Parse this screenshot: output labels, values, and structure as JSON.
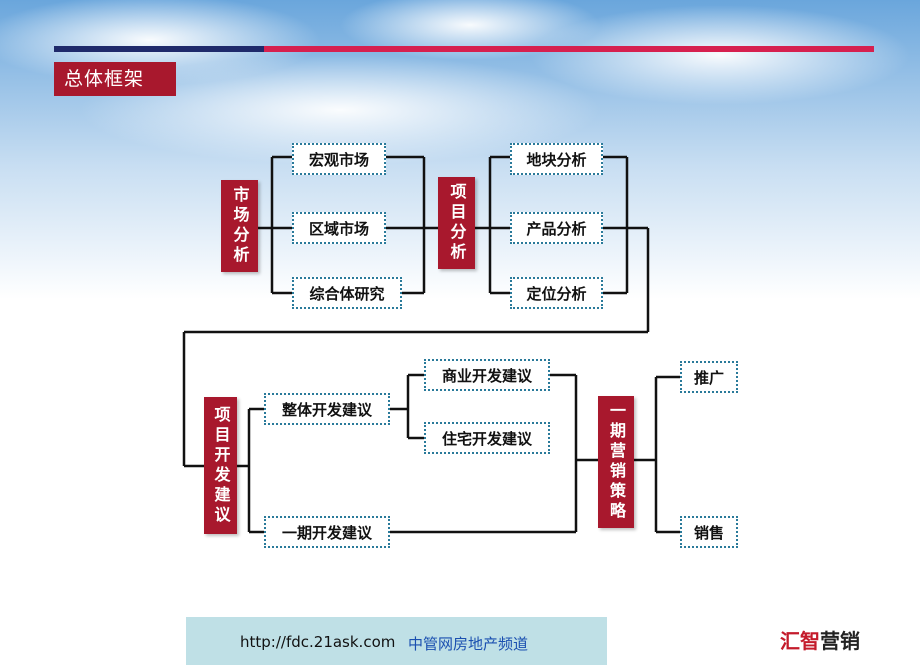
{
  "header": {
    "title": "总体框架"
  },
  "groups": {
    "market_analysis": "市场分析",
    "project_analysis": "项目分析",
    "dev_advice": "项目开发建议",
    "phase1_marketing": "一期营销策略"
  },
  "nodes": {
    "macro_market": "宏观市场",
    "regional_market": "区域市场",
    "complex_study": "综合体研究",
    "plot_analysis": "地块分析",
    "product_analysis": "产品分析",
    "positioning_analysis": "定位分析",
    "overall_dev": "整体开发建议",
    "commercial_dev": "商业开发建议",
    "residential_dev": "住宅开发建议",
    "phase1_dev": "一期开发建议",
    "promotion": "推广",
    "sales": "销售"
  },
  "footer": {
    "url": "http://fdc.21ask.com",
    "site_name": "中管网房地产频道"
  },
  "brand": {
    "part1": "汇智",
    "part2": "营销"
  },
  "colors": {
    "accent_red": "#a8182d",
    "bar_blue": "#1f2a6b",
    "bar_pink": "#d6204f",
    "box_border": "#2a7a9a"
  }
}
